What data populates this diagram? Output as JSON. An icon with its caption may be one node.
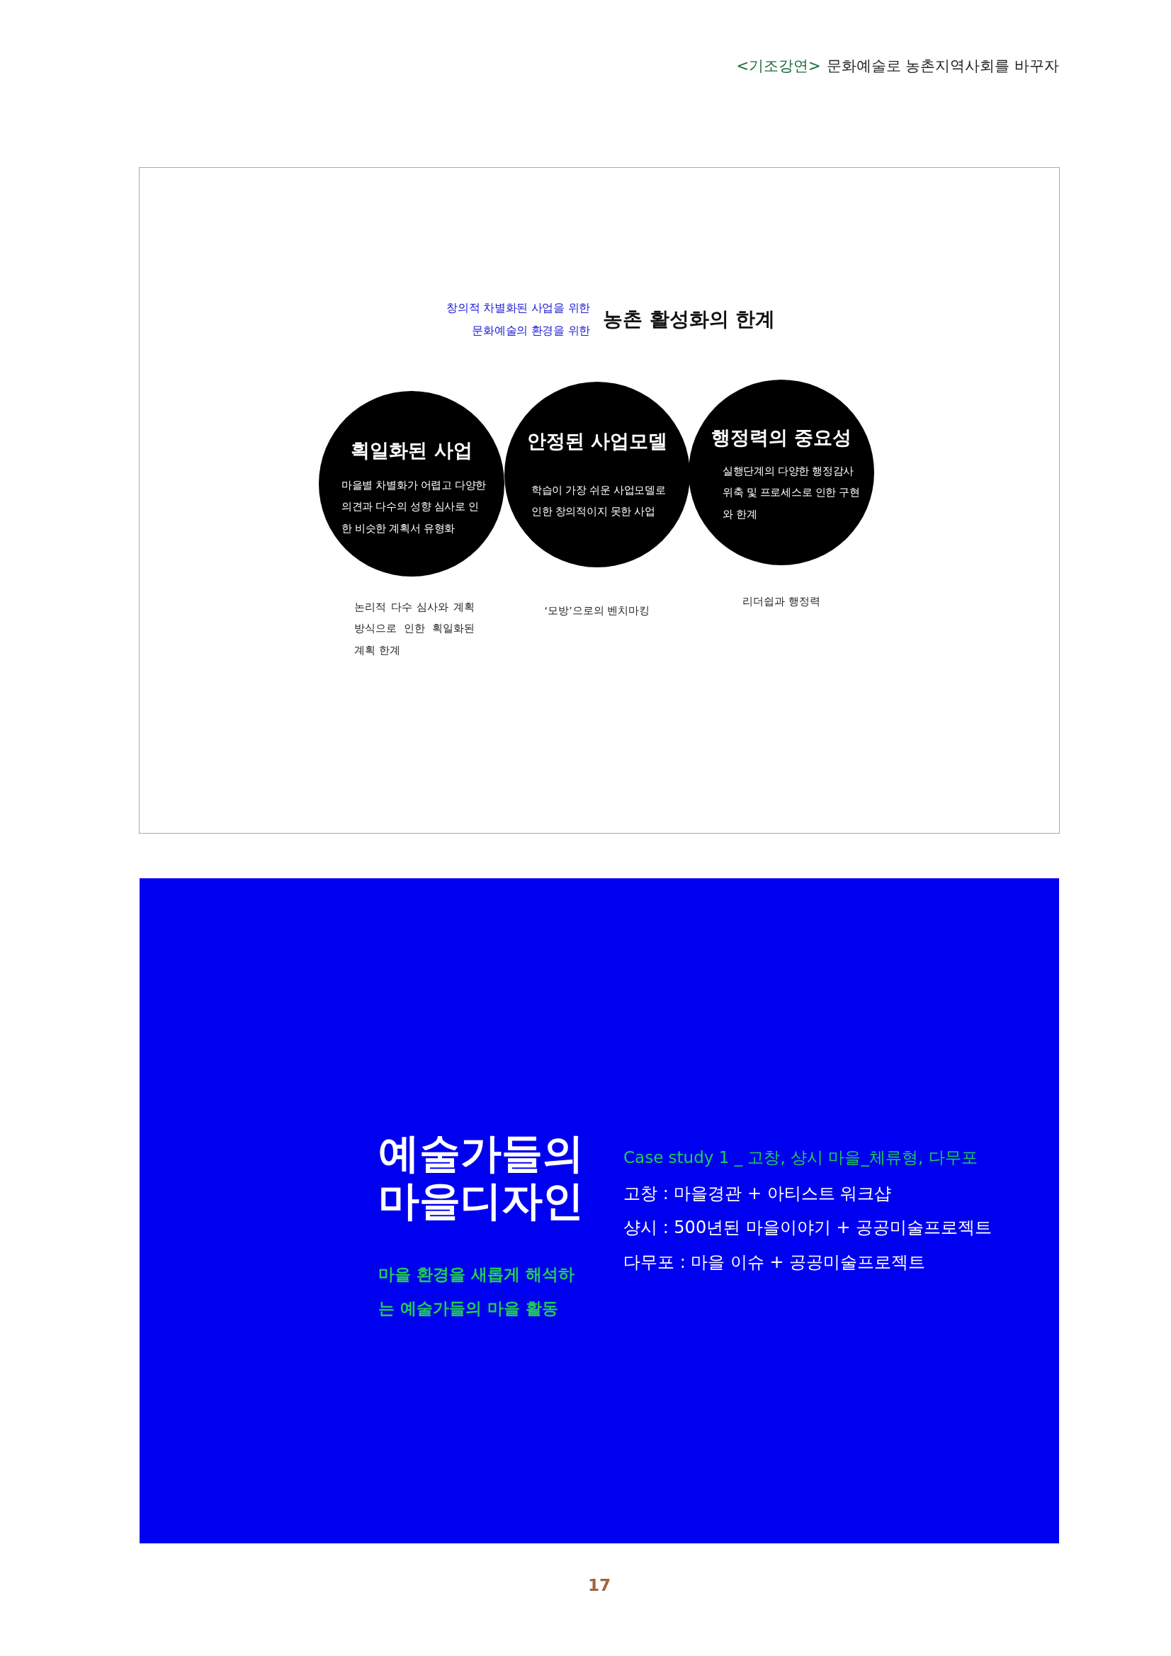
{
  "diagram": {
    "nodes": [
      {
        "text": [
          "창의적 차별화된 사업을 위한",
          "문화예술의 환경을 위한",
          "농촌 활성화의 한계"
        ]
      },
      {
        "text": [
          "획일화된 사업",
          "마을별 차별화가 어렵고 다양한 의견과 다수의 성향 심사로 인한 비슷한 계획서 유형화"
        ],
        "in": 0,
        "beside": [
          "논리적 다수 심사와 계획 방식으로 인한 획일화된 계획 한계"
        ]
      },
      {
        "text": [
          "안정된 사업모델",
          "학습이 가장 쉬운 사업모델로 인한 창의적이지 못한 사업"
        ],
        "in": 0,
        "beside": [
          "‘모방’으로의 벤치마킹"
        ]
      },
      {
        "text": [
          "행정력의 중요성",
          "실행단계의 다양한 행정감사 위축 및 프로세스로 인한 구현와 한계"
        ],
        "in": 0,
        "beside": [
          "리더쉽과 행정력"
        ]
      },
      {
        "text": [
          "예술가들의 마을디자인",
          "마을 환경을 새롭게 해석하는 예술가들의 마을 활동",
          "Case study 1 _ 고창, 샹시 마을_체류형, 다무포",
          "고창 : 마을경관 + 아티스트 워크샵",
          "샹시 : 500년된 마을이야기 + 공공미술프로젝트",
          "다무포 : 마을 이슈 + 공공미술프로젝트"
        ]
      }
    ],
    "edges": [],
    "labels": [
      "<기조강연>",
      "문화예술로 농촌지역사회를 바꾸자",
      "17"
    ]
  }
}
